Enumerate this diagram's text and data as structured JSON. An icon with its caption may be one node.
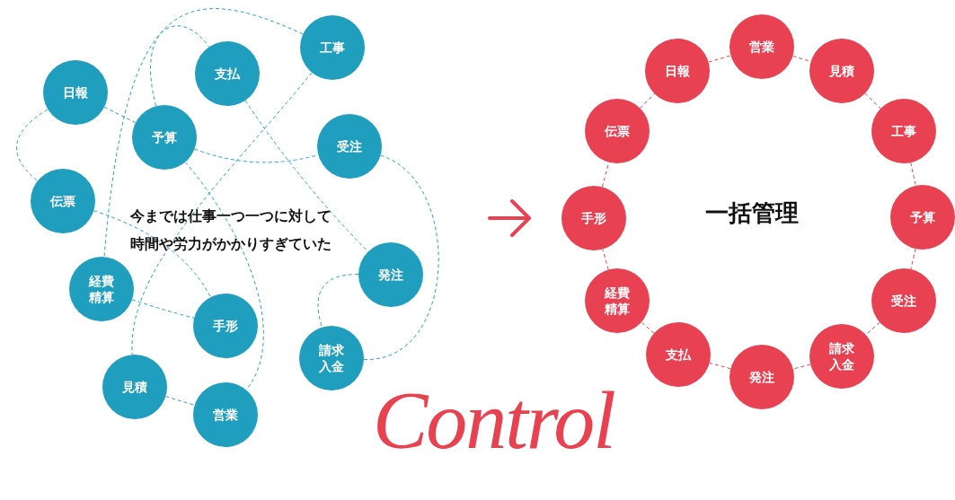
{
  "diagram": {
    "nodes": [
      {
        "text": [
          "工事"
        ]
      },
      {
        "text": [
          "支払"
        ]
      },
      {
        "text": [
          "日報"
        ]
      },
      {
        "text": [
          "予算"
        ]
      },
      {
        "text": [
          "受注"
        ]
      },
      {
        "text": [
          "伝票"
        ]
      },
      {
        "text": [
          "発注"
        ]
      },
      {
        "text": [
          "経費精算"
        ]
      },
      {
        "text": [
          "手形"
        ]
      },
      {
        "text": [
          "請求入金"
        ]
      },
      {
        "text": [
          "見積"
        ]
      },
      {
        "text": [
          "営業"
        ]
      },
      {
        "text": [
          "営業"
        ]
      },
      {
        "text": [
          "日報"
        ]
      },
      {
        "text": [
          "見積"
        ]
      },
      {
        "text": [
          "伝票"
        ]
      },
      {
        "text": [
          "工事"
        ]
      },
      {
        "text": [
          "手形"
        ]
      },
      {
        "text": [
          "予算"
        ]
      },
      {
        "text": [
          "経費精算"
        ]
      },
      {
        "text": [
          "受注"
        ]
      },
      {
        "text": [
          "請求入金"
        ]
      },
      {
        "text": [
          "支払"
        ]
      },
      {
        "text": [
          "発注"
        ]
      }
    ],
    "edges": [
      {
        "from": 2,
        "to": 5,
        "arrow": "none",
        "style": "dashed"
      },
      {
        "from": 2,
        "to": 3,
        "arrow": "none",
        "style": "dashed"
      },
      {
        "from": 3,
        "to": 4,
        "arrow": "none",
        "style": "dashed"
      },
      {
        "from": 3,
        "to": 1,
        "arrow": "none",
        "style": "dashed"
      },
      {
        "from": 0,
        "to": 7,
        "arrow": "none",
        "style": "dashed"
      },
      {
        "from": 0,
        "to": 10,
        "arrow": "none",
        "style": "dashed"
      },
      {
        "from": 1,
        "to": 6,
        "arrow": "none",
        "style": "dashed"
      },
      {
        "from": 3,
        "to": 11,
        "arrow": "none",
        "style": "dashed"
      },
      {
        "from": 4,
        "to": 9,
        "arrow": "none",
        "style": "dashed"
      },
      {
        "from": 5,
        "to": 8,
        "arrow": "none",
        "style": "dashed"
      },
      {
        "from": 7,
        "to": 8,
        "arrow": "none",
        "style": "dashed"
      },
      {
        "from": 10,
        "to": 11,
        "arrow": "none",
        "style": "dashed"
      },
      {
        "from": 6,
        "to": 9,
        "arrow": "none",
        "style": "dashed"
      },
      {
        "from": 12,
        "to": 14,
        "arrow": "none",
        "style": "dashed",
        "color": "#e8414f"
      },
      {
        "from": 14,
        "to": 16,
        "arrow": "none",
        "style": "dashed",
        "color": "#e8414f"
      },
      {
        "from": 16,
        "to": 18,
        "arrow": "none",
        "style": "dashed",
        "color": "#e8414f"
      },
      {
        "from": 18,
        "to": 20,
        "arrow": "none",
        "style": "dashed",
        "color": "#e8414f"
      },
      {
        "from": 20,
        "to": 21,
        "arrow": "none",
        "style": "dashed",
        "color": "#e8414f"
      },
      {
        "from": 21,
        "to": 23,
        "arrow": "none",
        "style": "dashed",
        "color": "#e8414f"
      },
      {
        "from": 23,
        "to": 22,
        "arrow": "none",
        "style": "dashed",
        "color": "#e8414f"
      },
      {
        "from": 22,
        "to": 19,
        "arrow": "none",
        "style": "dashed",
        "color": "#e8414f"
      },
      {
        "from": 19,
        "to": 17,
        "arrow": "none",
        "style": "dashed",
        "color": "#e8414f"
      },
      {
        "from": 17,
        "to": 15,
        "arrow": "none",
        "style": "dashed",
        "color": "#e8414f"
      },
      {
        "from": 15,
        "to": 13,
        "arrow": "none",
        "style": "dashed",
        "color": "#e8414f"
      },
      {
        "from": 13,
        "to": 12,
        "arrow": "none",
        "style": "dashed",
        "color": "#e8414f"
      }
    ],
    "labels": [
      "今までは仕事一つ一つに対して時間や労力がかかりすぎていた",
      "一括管理",
      "Control"
    ]
  }
}
